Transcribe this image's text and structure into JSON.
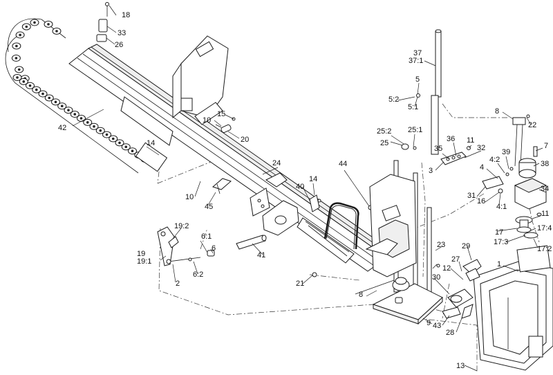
{
  "diagram": {
    "callouts": [
      "1",
      "2",
      "3",
      "4",
      "4:1",
      "4:2",
      "5",
      "5:1",
      "5:2",
      "6",
      "6:1",
      "6:2",
      "7",
      "8",
      "8",
      "9",
      "10",
      "10",
      "11",
      "11",
      "12",
      "13",
      "14",
      "14",
      "15",
      "16",
      "17",
      "17:2",
      "17:3",
      "17:4",
      "18",
      "19",
      "19:1",
      "19:2",
      "20",
      "21",
      "22",
      "23",
      "24",
      "25",
      "25:1",
      "25:2",
      "26",
      "27",
      "28",
      "29",
      "30",
      "31",
      "32",
      "33",
      "34",
      "35",
      "36",
      "37",
      "37:1",
      "38",
      "39",
      "40",
      "41",
      "42",
      "43",
      "44",
      "45"
    ]
  },
  "colors": {
    "line": "#1a1a1a",
    "background": "#ffffff"
  }
}
